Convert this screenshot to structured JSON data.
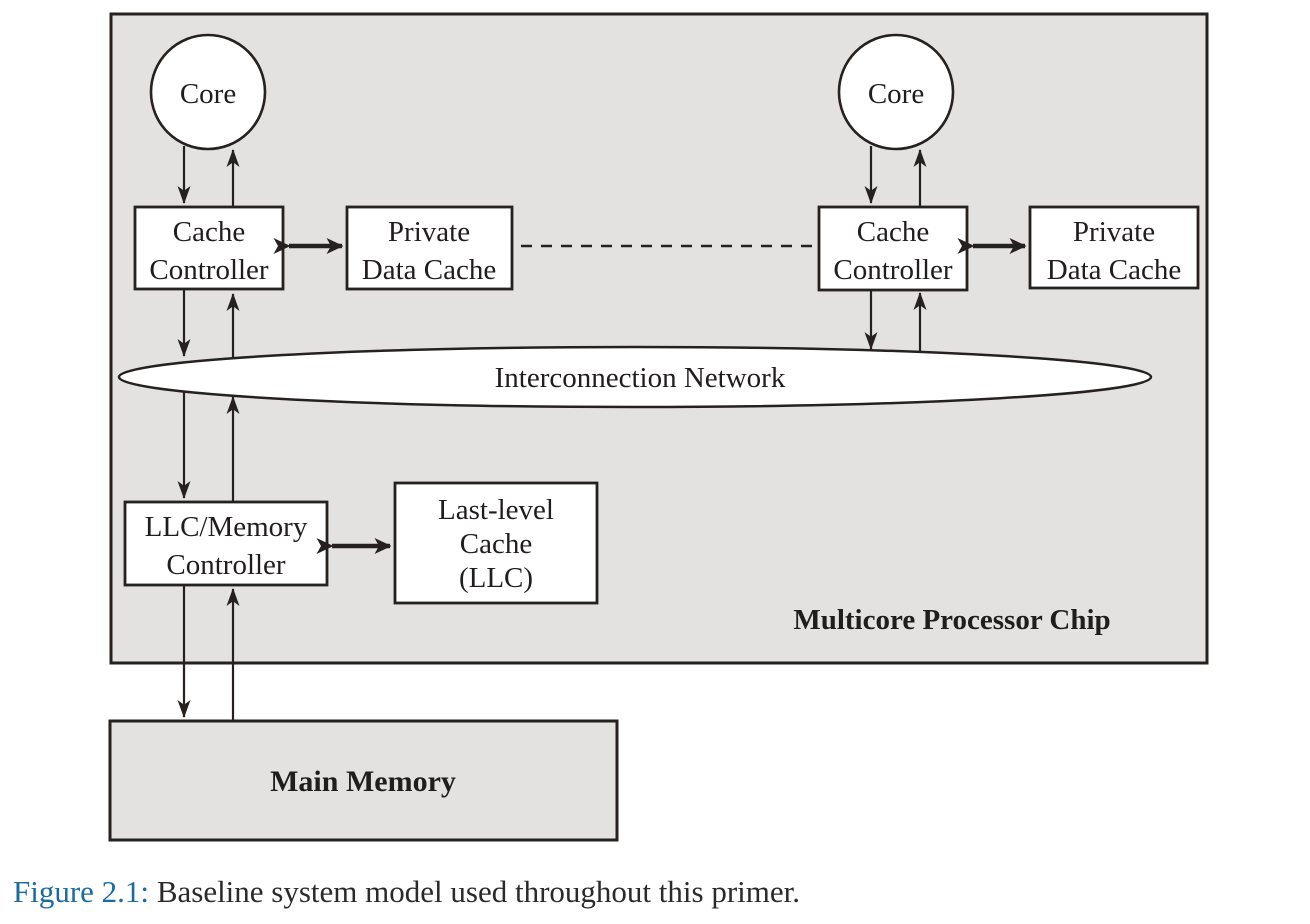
{
  "diagram": {
    "chip": {
      "label": "Multicore Processor Chip"
    },
    "cores": {
      "left": "Core",
      "right": "Core"
    },
    "cache_controller_left": {
      "line1": "Cache",
      "line2": "Controller"
    },
    "cache_controller_right": {
      "line1": "Cache",
      "line2": "Controller"
    },
    "private_cache_left": {
      "line1": "Private",
      "line2": "Data Cache"
    },
    "private_cache_right": {
      "line1": "Private",
      "line2": "Data Cache"
    },
    "interconnect": {
      "label": "Interconnection Network"
    },
    "llc_controller": {
      "line1": "LLC/Memory",
      "line2": "Controller"
    },
    "llc": {
      "line1": "Last-level",
      "line2": "Cache",
      "line3": "(LLC)"
    },
    "main_memory": {
      "label": "Main Memory"
    },
    "colors": {
      "chip_fill": "#e3e2e0",
      "box_fill": "#ffffff",
      "line": "#26211f",
      "caption_accent": "#1a6b9f",
      "text": "#211d1e"
    }
  },
  "caption": {
    "figure_label": "Figure 2.1:",
    "text": "Baseline system model used throughout this primer."
  }
}
